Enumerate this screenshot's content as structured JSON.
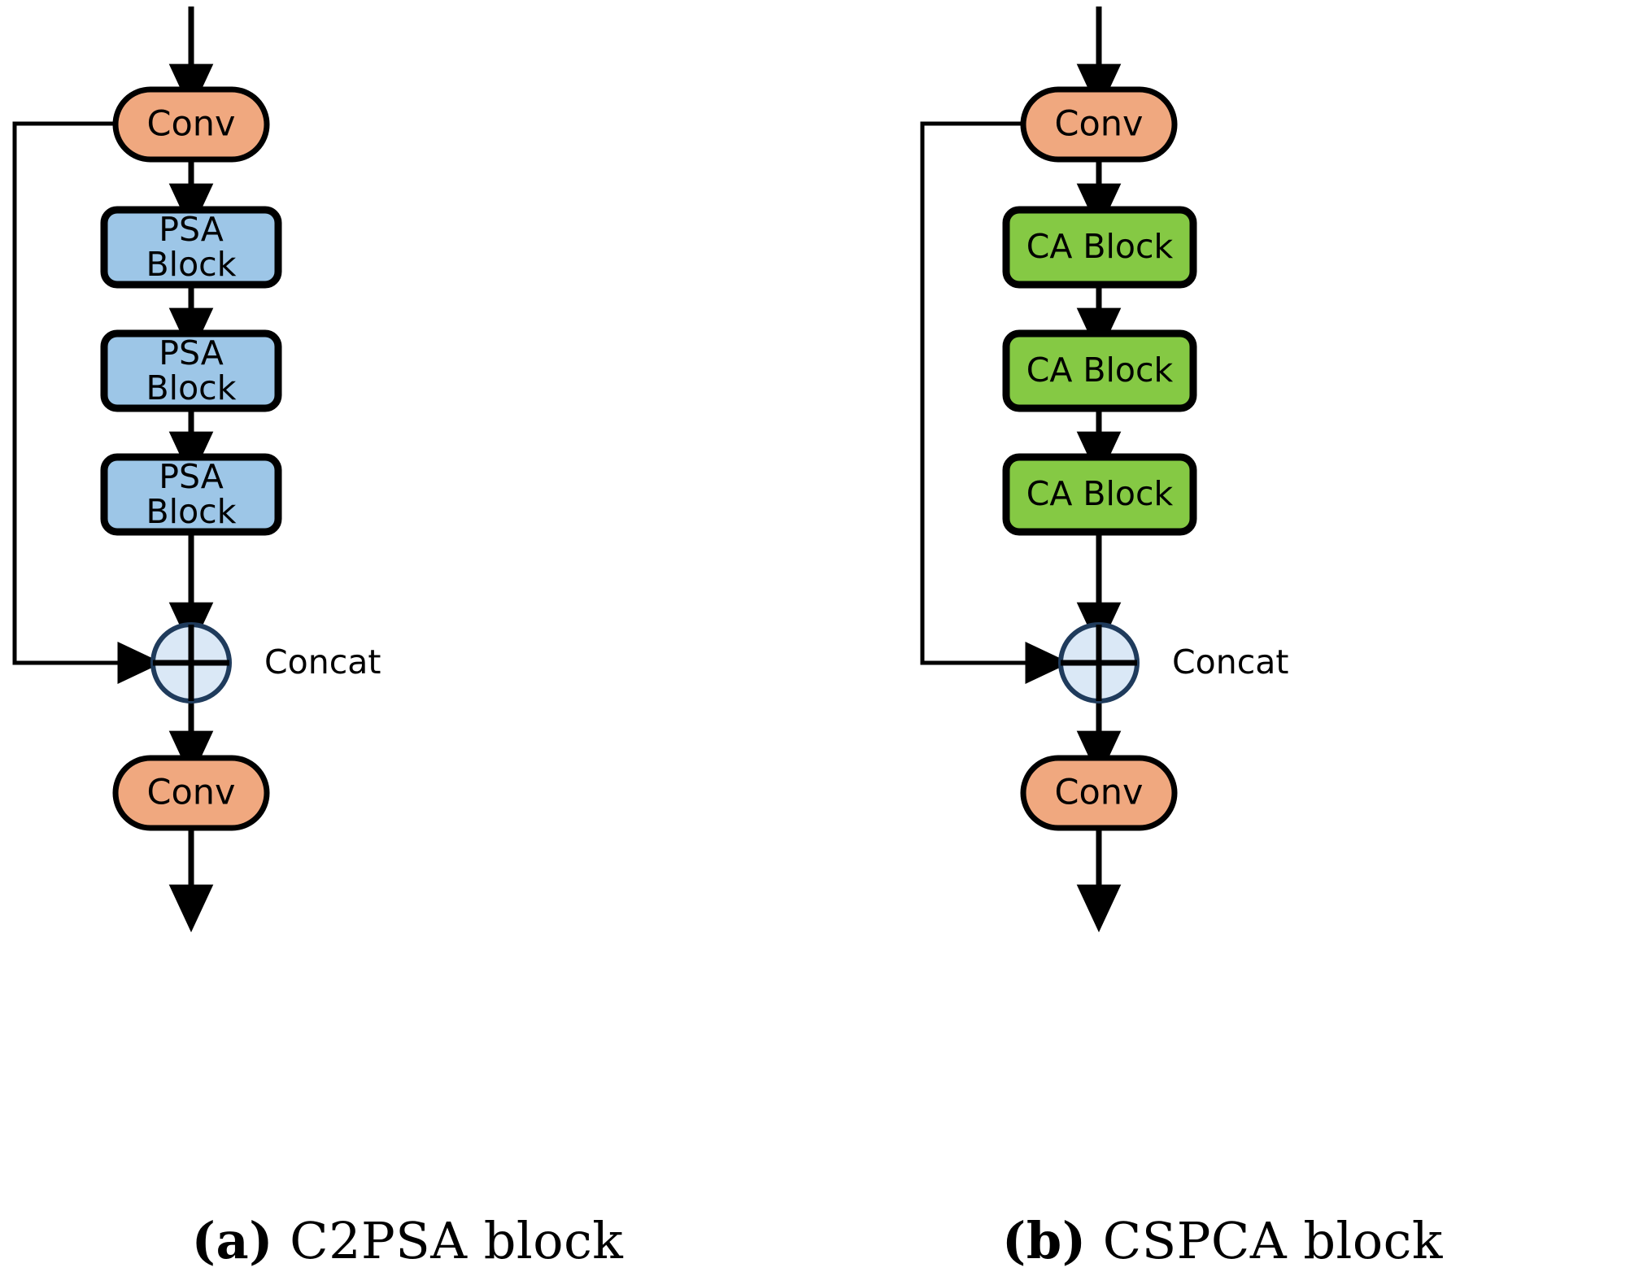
{
  "figure": {
    "background": "#ffffff",
    "panels": [
      {
        "id": "a",
        "caption_tag": "(a)",
        "caption_text": "C2PSA block",
        "block_fill": "#9DC6E7",
        "block_stroke": "#000000",
        "conv_fill": "#F0A87F",
        "conv_stroke": "#000000",
        "concat_fill": "#DAE8F6",
        "concat_stroke": "#1F3B5C",
        "nodes": {
          "conv_top": "Conv",
          "block1_line1": "PSA",
          "block1_line2": "Block",
          "block2_line1": "PSA",
          "block2_line2": "Block",
          "block3_line1": "PSA",
          "block3_line2": "Block",
          "concat_label": "Concat",
          "conv_bottom": "Conv"
        }
      },
      {
        "id": "b",
        "caption_tag": "(b)",
        "caption_text": "CSPCA block",
        "block_fill": "#85C944",
        "block_stroke": "#000000",
        "conv_fill": "#F0A87F",
        "conv_stroke": "#000000",
        "concat_fill": "#DAE8F6",
        "concat_stroke": "#1F3B5C",
        "nodes": {
          "conv_top": "Conv",
          "block1_line1": "CA Block",
          "block2_line1": "CA Block",
          "block3_line1": "CA Block",
          "concat_label": "Concat",
          "conv_bottom": "Conv"
        }
      }
    ]
  }
}
